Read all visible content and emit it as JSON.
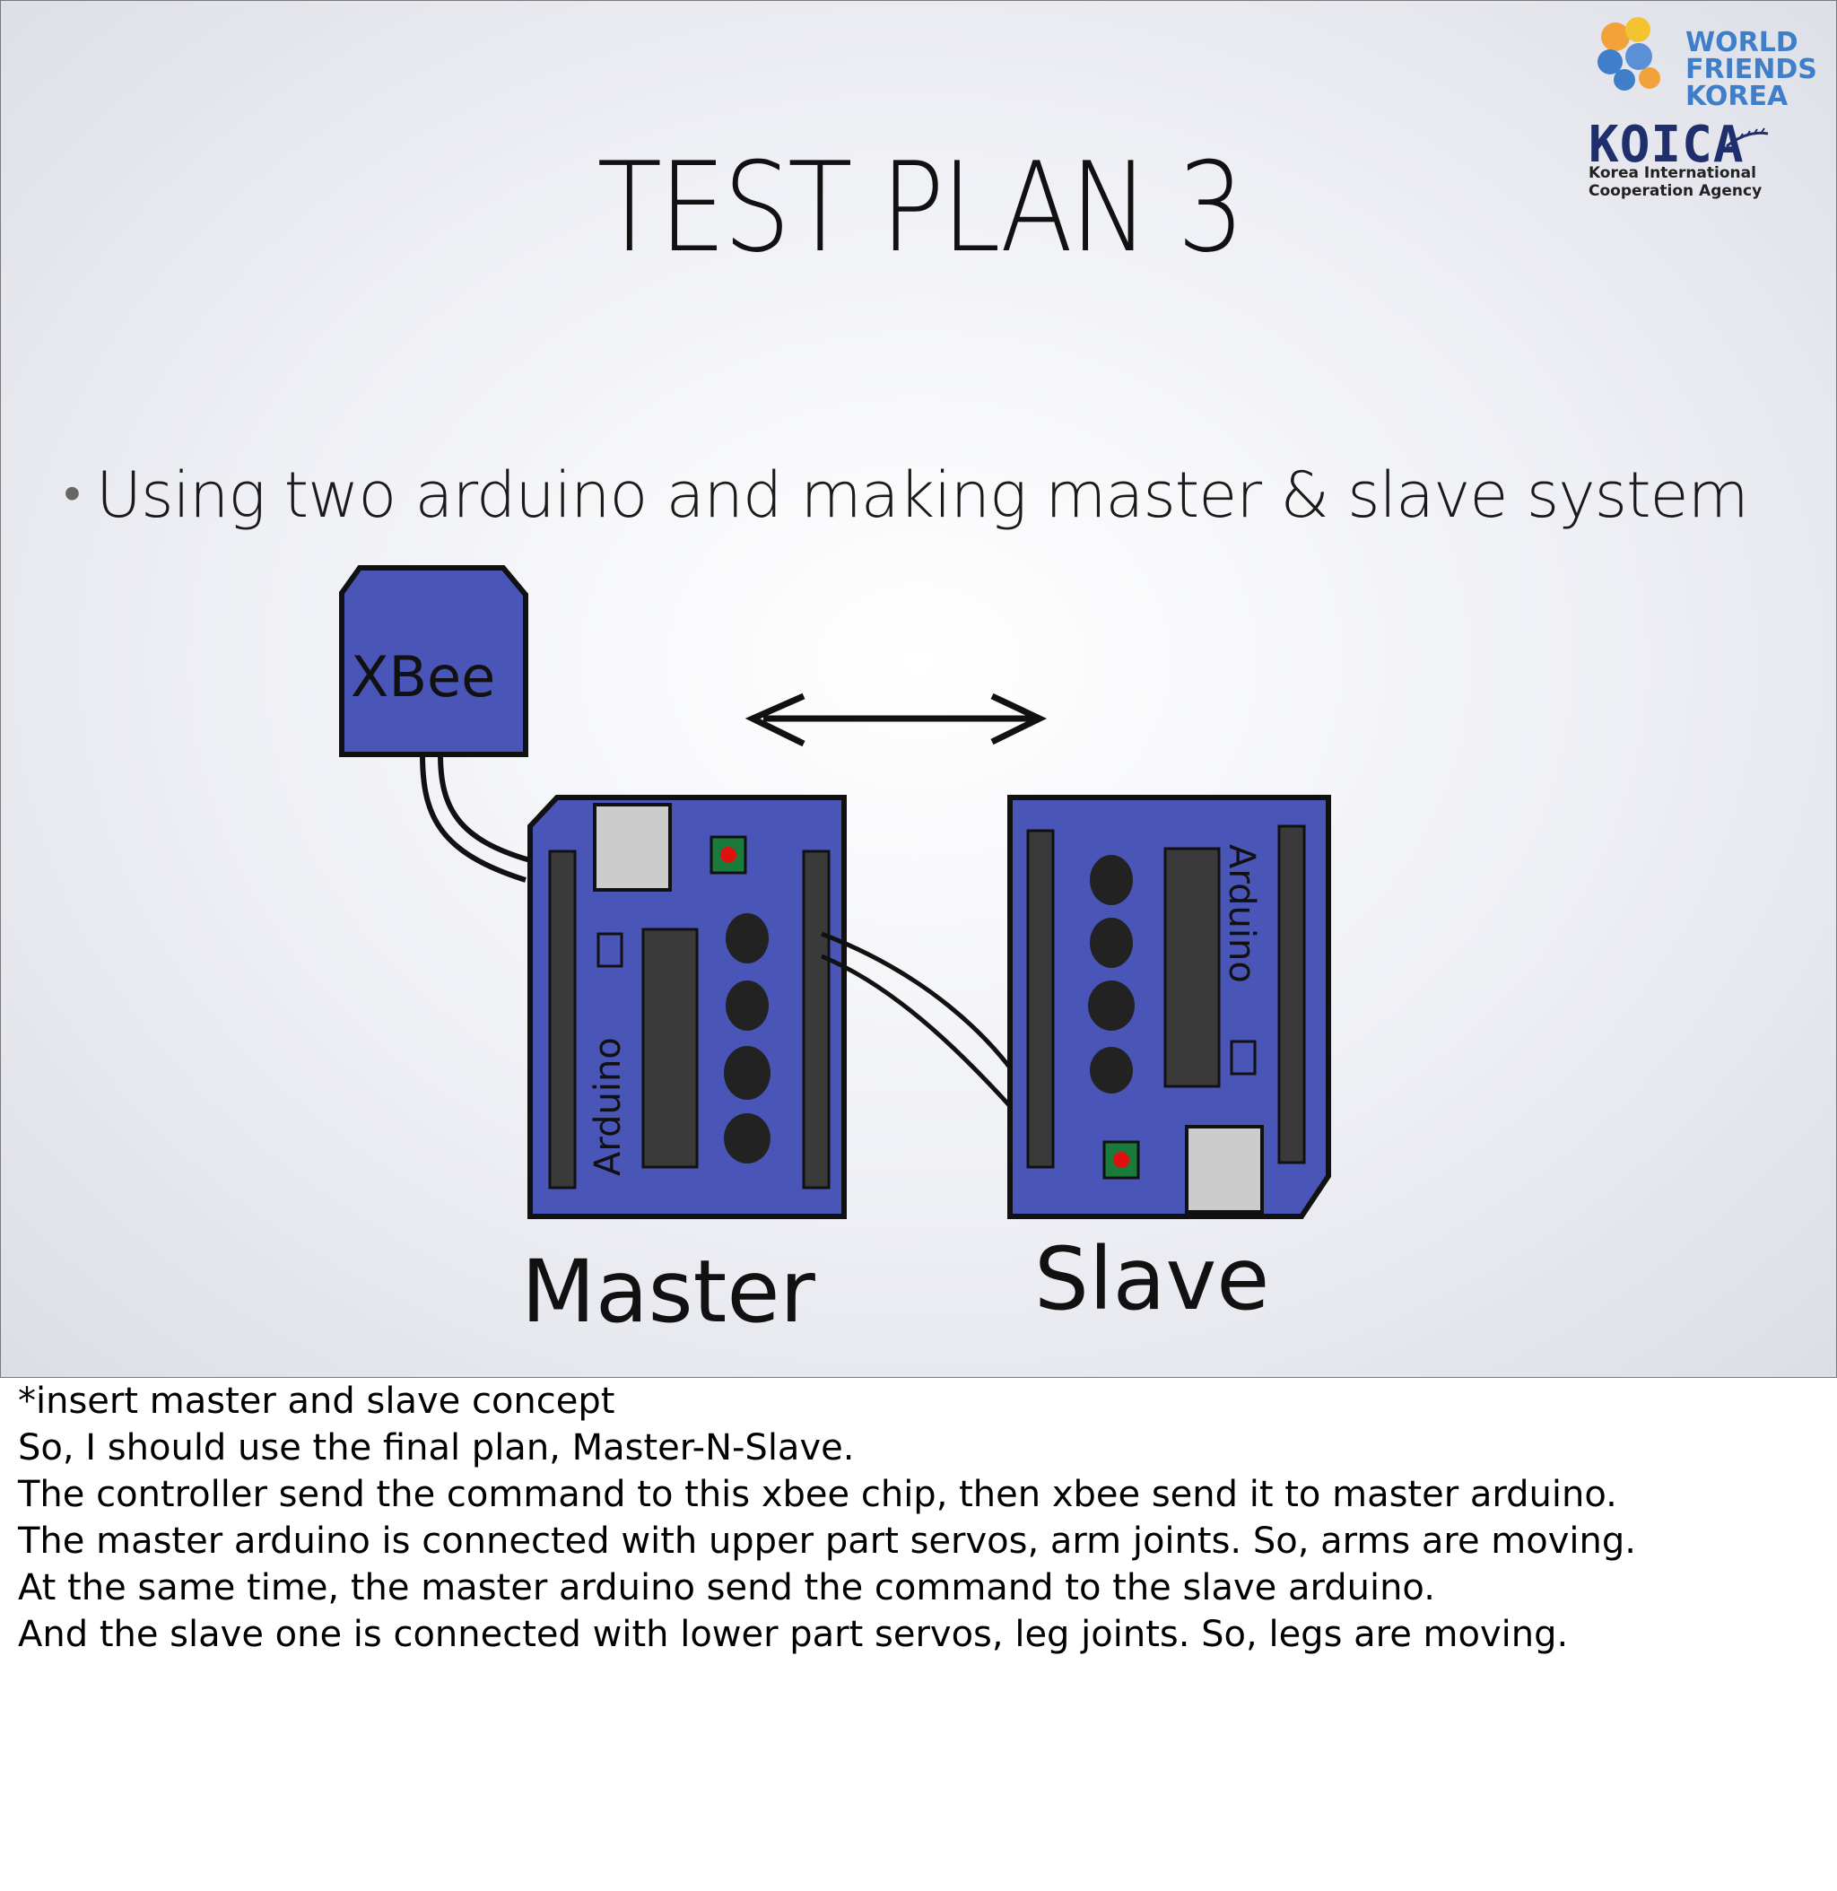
{
  "slide": {
    "title": "TEST PLAN 3",
    "bullet": "Using two arduino and making master & slave system"
  },
  "logos": {
    "world_friends": "WORLD FRIENDS KOREA",
    "koica": "KOICA",
    "koica_subtitle_1": "Korea International",
    "koica_subtitle_2": "Cooperation Agency"
  },
  "diagram": {
    "xbee_label": "XBee",
    "master_board_label": "Arduino",
    "slave_board_label": "Arduino",
    "master_caption": "Master",
    "slave_caption": "Slave",
    "board_color": "#4a55b8",
    "header_color": "#3a3a3a",
    "led_color": "#e01010"
  },
  "notes": {
    "lines": [
      "*insert master and slave concept",
      "So, I should use the final plan, Master-N-Slave.",
      "The controller send the command to this xbee chip, then xbee send it to master arduino.",
      "The master arduino is connected with upper part servos, arm joints. So, arms are moving.",
      "At the same time, the master arduino send the command to the slave arduino.",
      "And the slave one is connected with lower part servos, leg joints. So, legs are moving."
    ]
  }
}
